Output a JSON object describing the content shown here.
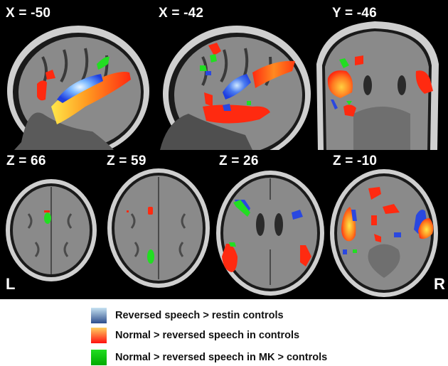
{
  "figure": {
    "panels": [
      {
        "id": "sagittal-1",
        "view": "sagittal",
        "label": "X = -50"
      },
      {
        "id": "sagittal-2",
        "view": "sagittal",
        "label": "X = -42"
      },
      {
        "id": "coronal-1",
        "view": "coronal",
        "label": "Y = -46"
      },
      {
        "id": "axial-1",
        "view": "axial",
        "label": "Z = 66"
      },
      {
        "id": "axial-2",
        "view": "axial",
        "label": "Z = 59"
      },
      {
        "id": "axial-3",
        "view": "axial",
        "label": "Z = 26"
      },
      {
        "id": "axial-4",
        "view": "axial",
        "label": "Z = -10"
      }
    ],
    "orientation": {
      "left": "L",
      "right": "R"
    }
  },
  "legend": {
    "items": [
      {
        "label": "Reversed speech > restin controls",
        "swatch_top": "#c6e2f2",
        "swatch_bottom": "#2e4e8c"
      },
      {
        "label": "Normal > reversed speech in controls",
        "swatch_top": "#ffd060",
        "swatch_bottom": "#ff1010"
      },
      {
        "label": "Normal > reversed speech in MK > controls",
        "swatch_top": "#22dd22",
        "swatch_bottom": "#00aa00"
      }
    ]
  },
  "colors": {
    "background": "#000000",
    "label_text": "#ffffff",
    "activation_blue": "#2a48e0",
    "activation_red": "#ff2a10",
    "activation_yellow": "#ffd040",
    "activation_green": "#22dd22"
  }
}
